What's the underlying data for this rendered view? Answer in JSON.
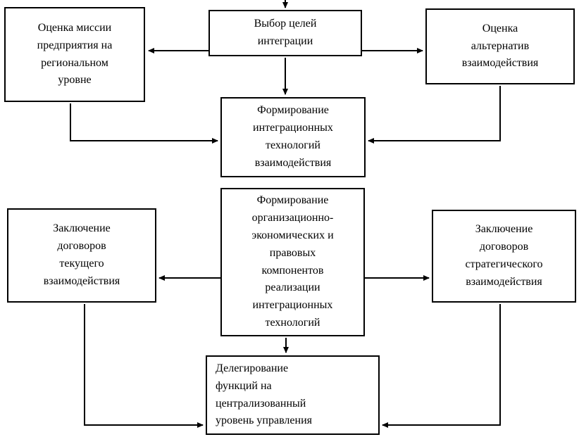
{
  "diagram": {
    "colors": {
      "border": "#000000",
      "background": "#ffffff",
      "text": "#000000",
      "arrow": "#000000"
    },
    "boxes": {
      "mission": {
        "label": "Оценка миссии\nпредприятия на\nрегиональном\nуровне"
      },
      "goals": {
        "label": "Выбор целей\nинтеграции"
      },
      "alternatives": {
        "label": "Оценка\nальтернатив\nвзаимодействия"
      },
      "formation_tech": {
        "label": "Формирование\nинтеграционных\nтехнологий\nвзаимодействия"
      },
      "current_contracts": {
        "label": "Заключение\nдоговоров\nтекущего\nвзаимодействия"
      },
      "org_econ": {
        "label": "Формирование\nорганизационно-\nэкономических и\nправовых\nкомпонентов\nреализации\nинтеграционных\nтехнологий"
      },
      "strategic_contracts": {
        "label": "Заключение\nдоговоров\nстратегического\nвзаимодействия"
      },
      "delegation": {
        "label": "Делегирование\nфункций на\nцентрализованный\nуровень управления"
      }
    }
  }
}
